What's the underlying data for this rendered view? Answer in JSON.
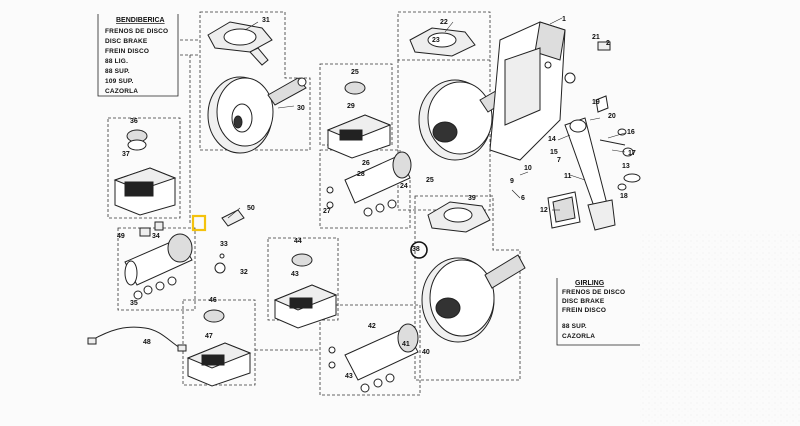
{
  "left_box": {
    "title": "BENDIBERICA",
    "lines": [
      "FRENOS DE DISCO",
      "DISC BRAKE",
      "FREIN DISCO",
      "88 LIG.",
      "88 SUP.",
      "109 SUP.",
      "CAZORLA"
    ]
  },
  "right_box": {
    "title": "GIRLING",
    "lines": [
      "FRENOS DE DISCO",
      "DISC BRAKE",
      "FREIN DISCO",
      "88 SUP.",
      "CAZORLA"
    ]
  },
  "part_labels": [
    {
      "text": "31",
      "name": "label-31"
    },
    {
      "text": "30",
      "name": "label-30"
    },
    {
      "text": "36",
      "name": "label-36"
    },
    {
      "text": "37",
      "name": "label-37"
    },
    {
      "text": "49",
      "name": "label-49"
    },
    {
      "text": "34",
      "name": "label-34"
    },
    {
      "text": "33",
      "name": "label-33"
    },
    {
      "text": "32",
      "name": "label-32"
    },
    {
      "text": "35",
      "name": "label-35"
    },
    {
      "text": "50",
      "name": "label-50"
    },
    {
      "text": "48",
      "name": "label-48"
    },
    {
      "text": "46",
      "name": "label-46"
    },
    {
      "text": "47",
      "name": "label-47"
    },
    {
      "text": "44",
      "name": "label-44"
    },
    {
      "text": "43",
      "name": "label-43"
    },
    {
      "text": "42",
      "name": "label-42"
    },
    {
      "text": "41",
      "name": "label-41"
    },
    {
      "text": "40",
      "name": "label-40"
    },
    {
      "text": "43",
      "name": "label-43-bottom"
    },
    {
      "text": "25",
      "name": "label-25"
    },
    {
      "text": "29",
      "name": "label-29"
    },
    {
      "text": "26",
      "name": "label-26"
    },
    {
      "text": "28",
      "name": "label-28"
    },
    {
      "text": "27",
      "name": "label-27"
    },
    {
      "text": "24",
      "name": "label-24"
    },
    {
      "text": "25",
      "name": "label-25-lower"
    },
    {
      "text": "22",
      "name": "label-22"
    },
    {
      "text": "23",
      "name": "label-23"
    },
    {
      "text": "1",
      "name": "label-1"
    },
    {
      "text": "21",
      "name": "label-21"
    },
    {
      "text": "2",
      "name": "label-2"
    },
    {
      "text": "19",
      "name": "label-19"
    },
    {
      "text": "20",
      "name": "label-20"
    },
    {
      "text": "16",
      "name": "label-16"
    },
    {
      "text": "17",
      "name": "label-17"
    },
    {
      "text": "14",
      "name": "label-14"
    },
    {
      "text": "15",
      "name": "label-15"
    },
    {
      "text": "10",
      "name": "label-10"
    },
    {
      "text": "7",
      "name": "label-7"
    },
    {
      "text": "9",
      "name": "label-9"
    },
    {
      "text": "6",
      "name": "label-6"
    },
    {
      "text": "11",
      "name": "label-11"
    },
    {
      "text": "12",
      "name": "label-12"
    },
    {
      "text": "13",
      "name": "label-13"
    },
    {
      "text": "18",
      "name": "label-18"
    },
    {
      "text": "39",
      "name": "label-39"
    },
    {
      "text": "38",
      "name": "label-38"
    }
  ]
}
